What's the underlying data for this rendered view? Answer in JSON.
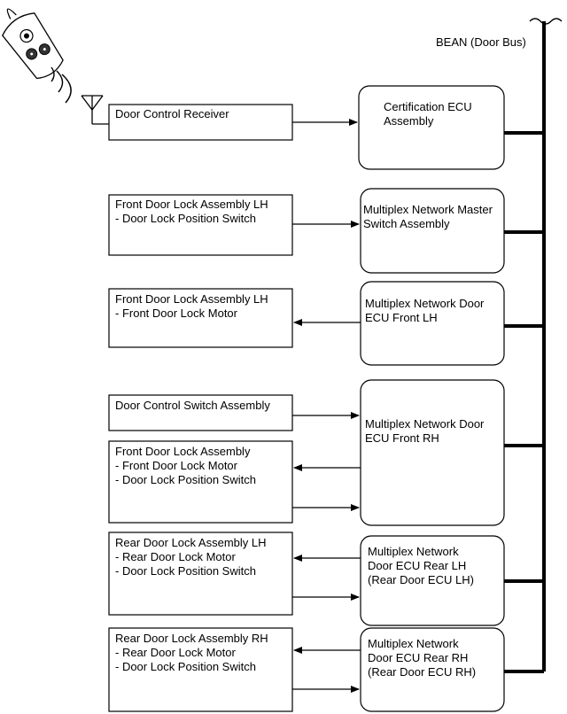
{
  "bus": {
    "label": "BEAN (Door Bus)"
  },
  "left_boxes": [
    {
      "id": "door-control-receiver",
      "lines": [
        "Door Control Receiver"
      ]
    },
    {
      "id": "front-door-lock-lh-switch",
      "lines": [
        "Front Door Lock Assembly LH",
        "- Door Lock Position Switch"
      ]
    },
    {
      "id": "front-door-lock-lh-motor",
      "lines": [
        "Front Door Lock Assembly LH",
        "- Front Door Lock Motor"
      ]
    },
    {
      "id": "door-control-switch-assembly",
      "lines": [
        "Door Control Switch Assembly"
      ]
    },
    {
      "id": "front-door-lock-assembly",
      "lines": [
        "Front Door Lock Assembly",
        "- Front Door Lock Motor",
        "- Door Lock Position Switch"
      ]
    },
    {
      "id": "rear-door-lock-lh",
      "lines": [
        "Rear Door Lock Assembly LH",
        "- Rear Door Lock Motor",
        "- Door Lock Position Switch"
      ]
    },
    {
      "id": "rear-door-lock-rh",
      "lines": [
        "Rear Door Lock Assembly RH",
        "- Rear Door Lock Motor",
        "- Door Lock Position Switch"
      ]
    }
  ],
  "ecus": [
    {
      "id": "certification-ecu",
      "lines": [
        "Certification ECU",
        "Assembly"
      ]
    },
    {
      "id": "master-switch",
      "lines": [
        "Multiplex Network Master",
        "Switch Assembly"
      ]
    },
    {
      "id": "door-ecu-front-lh",
      "lines": [
        "Multiplex Network Door",
        "ECU Front LH"
      ]
    },
    {
      "id": "door-ecu-front-rh",
      "lines": [
        "Multiplex Network Door",
        "ECU Front RH"
      ]
    },
    {
      "id": "door-ecu-rear-lh",
      "lines": [
        "Multiplex Network",
        "Door ECU Rear LH",
        "(Rear Door ECU LH)"
      ]
    },
    {
      "id": "door-ecu-rear-rh",
      "lines": [
        "Multiplex Network",
        "Door ECU Rear RH",
        "(Rear Door ECU RH)"
      ]
    }
  ],
  "icons": [
    "key-fob-icon",
    "radio-waves-icon",
    "antenna-icon",
    "bus-break-icon"
  ]
}
